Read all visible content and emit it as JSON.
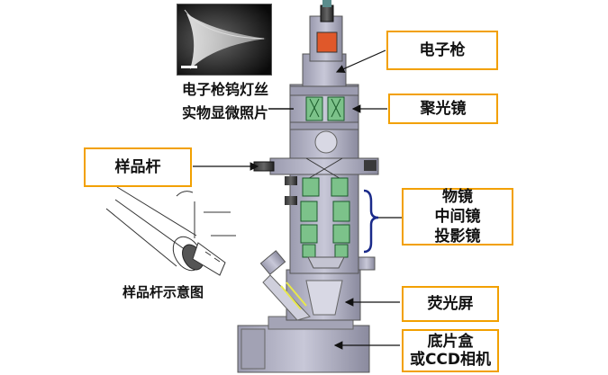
{
  "labels": {
    "electron_gun": "电子枪",
    "condenser": "聚光镜",
    "sample_rod": "样品杆",
    "lenses": [
      "物镜",
      "中间镜",
      "投影镜"
    ],
    "screen": "荧光屏",
    "camera": [
      "底片盒",
      "或CCD相机"
    ],
    "filament_caption": [
      "电子枪钨灯丝",
      "实物显微照片"
    ],
    "rod_caption": "样品杆示意图"
  },
  "colors": {
    "callout_border": "#f2a000",
    "column_fill": "#b8b8c8",
    "lens_fill": "#7cc28a",
    "gun_accent": "#e0582a",
    "bracket": "#1a2a8a"
  }
}
